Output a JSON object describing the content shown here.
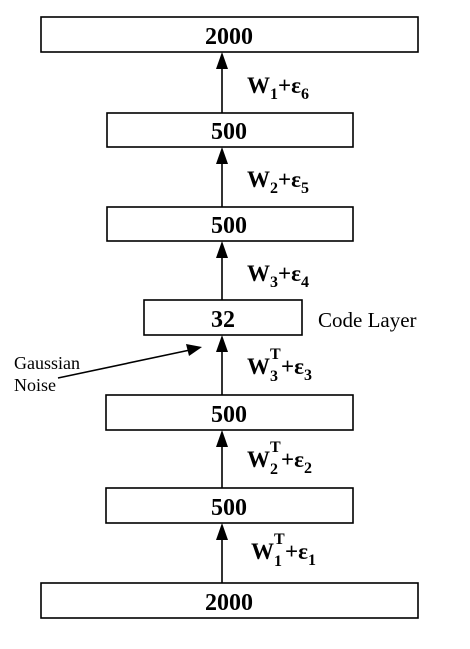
{
  "layers": [
    {
      "id": "top-2000",
      "label": "2000"
    },
    {
      "id": "dec-500-a",
      "label": "500"
    },
    {
      "id": "dec-500-b",
      "label": "500"
    },
    {
      "id": "code",
      "label": "32"
    },
    {
      "id": "enc-500-b",
      "label": "500"
    },
    {
      "id": "enc-500-a",
      "label": "500"
    },
    {
      "id": "bottom-2000",
      "label": "2000"
    }
  ],
  "weights": [
    {
      "base": "W",
      "index": "1",
      "sup": "",
      "op": "+",
      "eps": "ε",
      "eps_index": "6"
    },
    {
      "base": "W",
      "index": "2",
      "sup": "",
      "op": "+",
      "eps": "ε",
      "eps_index": "5"
    },
    {
      "base": "W",
      "index": "3",
      "sup": "",
      "op": "+",
      "eps": "ε",
      "eps_index": "4"
    },
    {
      "base": "W",
      "index": "3",
      "sup": "T",
      "op": "+",
      "eps": "ε",
      "eps_index": "3"
    },
    {
      "base": "W",
      "index": "2",
      "sup": "T",
      "op": "+",
      "eps": "ε",
      "eps_index": "2"
    },
    {
      "base": "W",
      "index": "1",
      "sup": "T",
      "op": "+",
      "eps": "ε",
      "eps_index": "1"
    }
  ],
  "code_layer_label": "Code Layer",
  "noise_label": [
    "Gaussian",
    "Noise"
  ]
}
